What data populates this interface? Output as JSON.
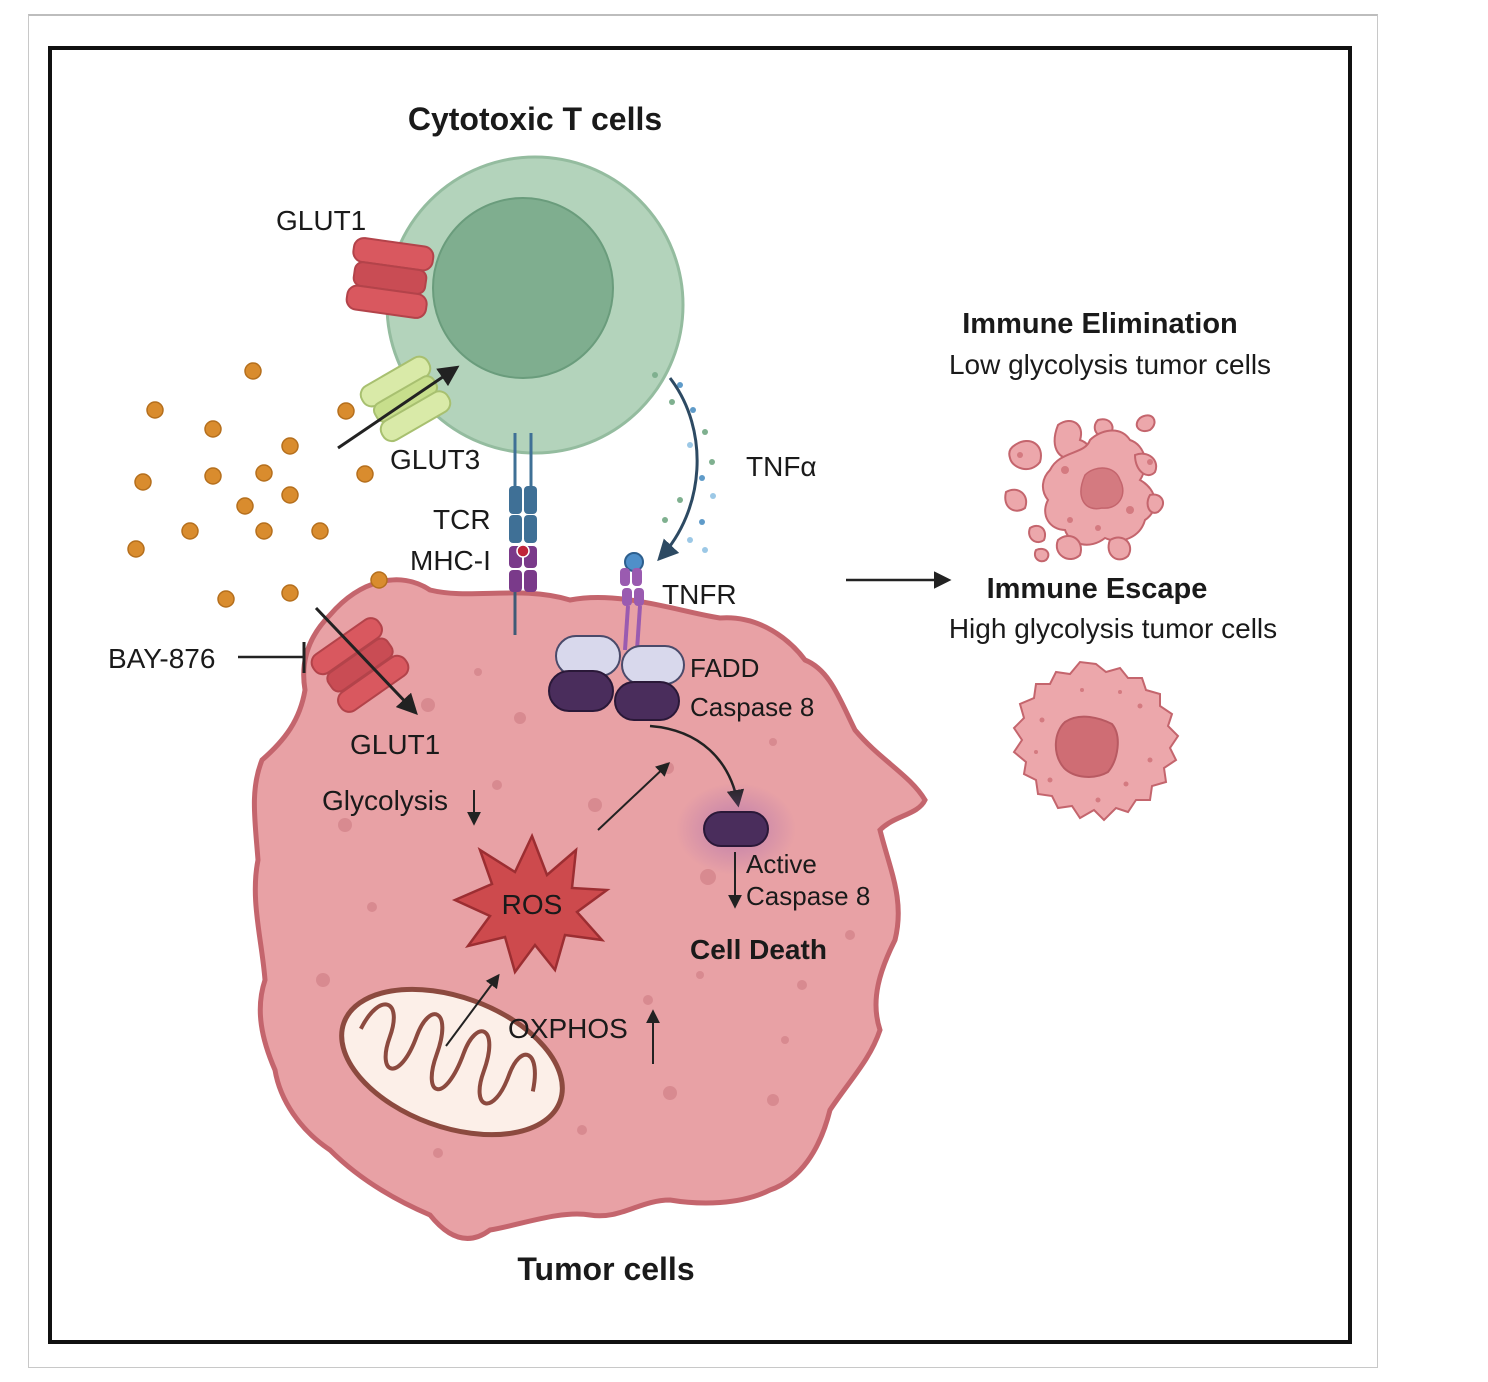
{
  "labels": {
    "tcell_title": "Cytotoxic T cells",
    "glut1_top": "GLUT1",
    "glut3": "GLUT3",
    "tcr": "TCR",
    "mhc": "MHC-I",
    "tnfa": "TNFα",
    "tnfr": "TNFR",
    "fadd": "FADD",
    "caspase8": "Caspase 8",
    "bay": "BAY-876",
    "glut1_bottom": "GLUT1",
    "glycolysis": "Glycolysis",
    "ros": "ROS",
    "active": "Active",
    "active_caspase8": "Caspase 8",
    "cell_death": "Cell Death",
    "oxphos": "OXPHOS",
    "tumor_title": "Tumor cells",
    "immune_elimination": "Immune Elimination",
    "low_glycolysis": "Low glycolysis tumor cells",
    "immune_escape": "Immune Escape",
    "high_glycolysis": "High glycolysis tumor cells"
  },
  "colors": {
    "tumor_fill": "#e8a1a5",
    "tumor_edge": "#c4656d",
    "tcell_outer": "#b3d3bb",
    "tcell_inner": "#7fae8f",
    "glucose": "#d98c2e",
    "glut1": "#d9585f",
    "glut3": "#cfe39a",
    "tcr": "#3f7096",
    "mhc": "#7a3a8a",
    "fadd": "#d8d8ec",
    "caspase": "#4a2d5c",
    "ros": "#cd4a4d"
  }
}
